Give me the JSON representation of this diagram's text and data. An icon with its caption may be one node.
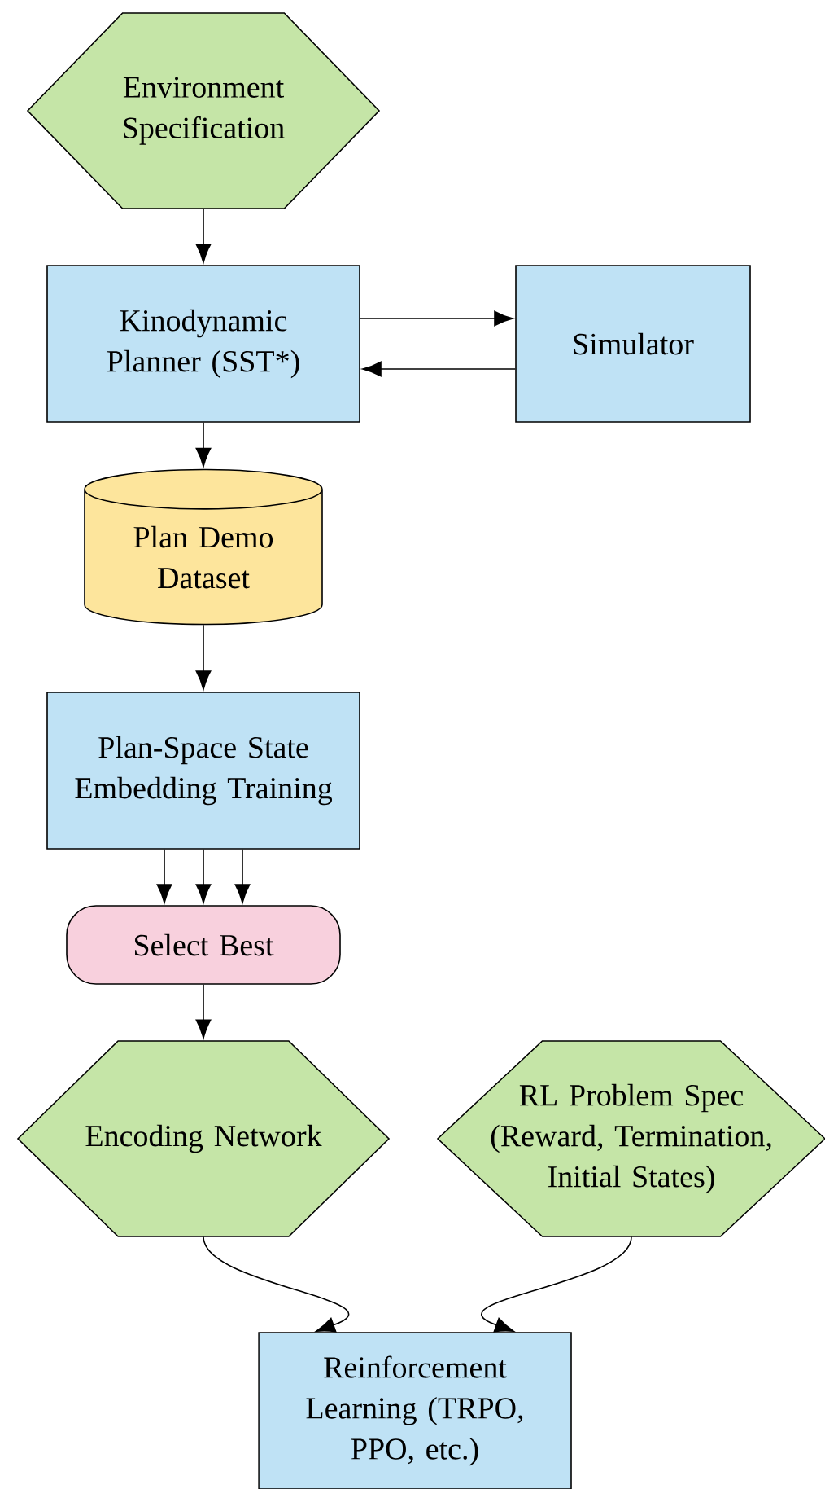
{
  "diagram": {
    "nodes": [
      {
        "text": [
          "Environment Specification"
        ]
      },
      {
        "text": [
          "Kinodynamic Planner (SST*)"
        ]
      },
      {
        "text": [
          "Simulator"
        ]
      },
      {
        "text": [
          "Plan Demo Dataset"
        ]
      },
      {
        "text": [
          "Plan-Space State Embedding Training"
        ]
      },
      {
        "text": [
          "Select Best"
        ]
      },
      {
        "text": [
          "Encoding Network"
        ]
      },
      {
        "text": [
          "RL Problem Spec (Reward, Termination, Initial States)"
        ]
      },
      {
        "text": [
          "Reinforcement Learning (TRPO, PPO, etc.)"
        ]
      }
    ],
    "edges": [
      {
        "from": 0,
        "to": 1,
        "arrow": "to"
      },
      {
        "from": 2,
        "to": 1,
        "arrow": "to"
      },
      {
        "from": 1,
        "to": 2,
        "arrow": "to"
      },
      {
        "from": 1,
        "to": 3,
        "arrow": "to"
      },
      {
        "from": 3,
        "to": 4,
        "arrow": "to"
      },
      {
        "from": 4,
        "to": 5,
        "arrow": "to"
      },
      {
        "from": 4,
        "to": 5,
        "arrow": "to"
      },
      {
        "from": 4,
        "to": 5,
        "arrow": "to"
      },
      {
        "from": 5,
        "to": 6,
        "arrow": "to"
      },
      {
        "from": 6,
        "to": 8,
        "arrow": "to"
      },
      {
        "from": 7,
        "to": 8,
        "arrow": "to"
      }
    ]
  }
}
